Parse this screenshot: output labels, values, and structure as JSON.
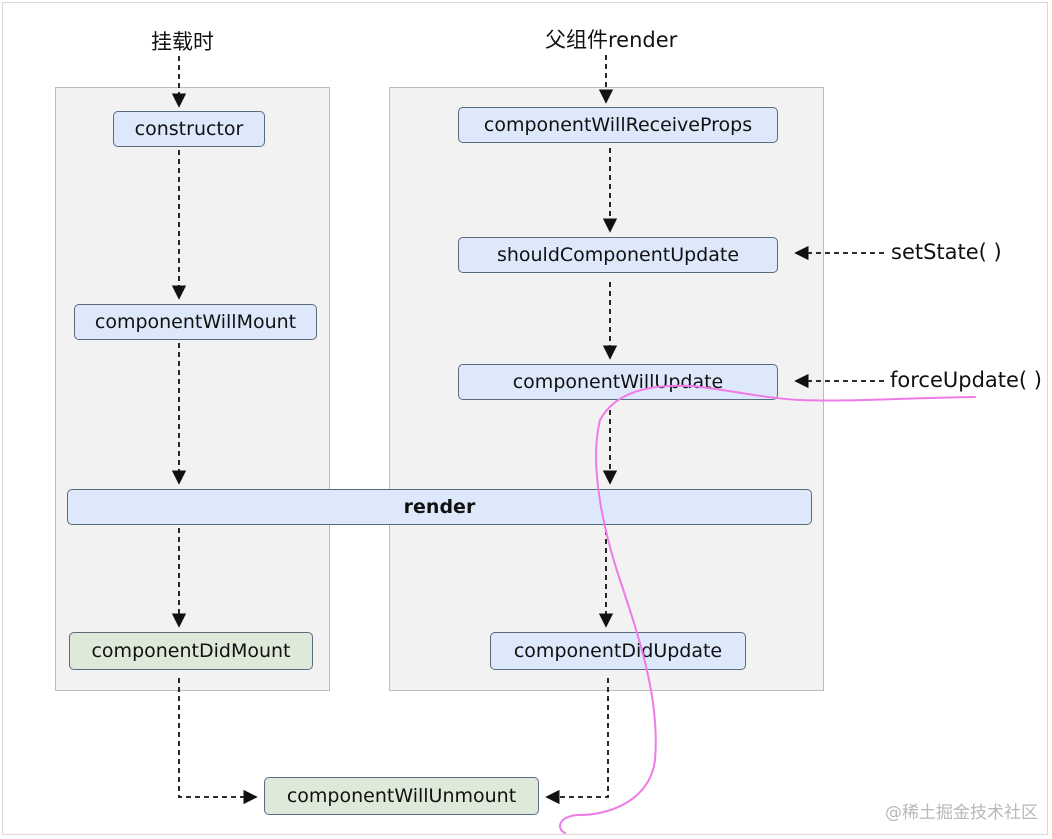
{
  "labels": {
    "mount": "挂载时",
    "parent_render": "父组件render",
    "set_state": "setState( )",
    "force_update": "forceUpdate( )"
  },
  "nodes": {
    "constructor": "constructor",
    "will_mount": "componentWillMount",
    "did_mount": "componentDidMount",
    "will_receive_props": "componentWillReceiveProps",
    "should_update": "shouldComponentUpdate",
    "will_update": "componentWillUpdate",
    "render": "render",
    "did_update": "componentDidUpdate",
    "will_unmount": "componentWillUnmount"
  },
  "watermark": "@稀土掘金技术社区",
  "colors": {
    "node_blue": "#dde9fb",
    "node_green": "#dfe9d9",
    "panel": "#f2f2f2",
    "annotation": "#f07ae8"
  }
}
